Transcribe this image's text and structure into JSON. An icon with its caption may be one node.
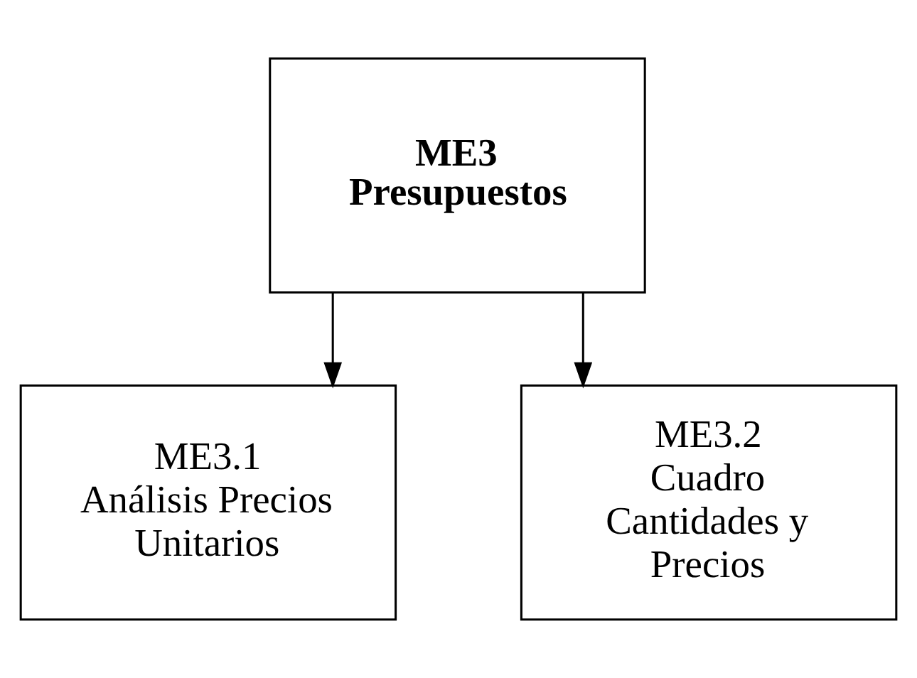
{
  "diagram": {
    "nodes": [
      {
        "text": [
          "ME3",
          "Presupuestos"
        ]
      },
      {
        "text": [
          "ME3.1",
          "Análisis Precios Unitarios"
        ]
      },
      {
        "text": [
          "ME3.2",
          "Cuadro Cantidades y Precios"
        ]
      }
    ],
    "edges": [
      {
        "from": 0,
        "to": 1,
        "arrow": "to"
      },
      {
        "from": 0,
        "to": 2,
        "arrow": "to"
      }
    ]
  }
}
